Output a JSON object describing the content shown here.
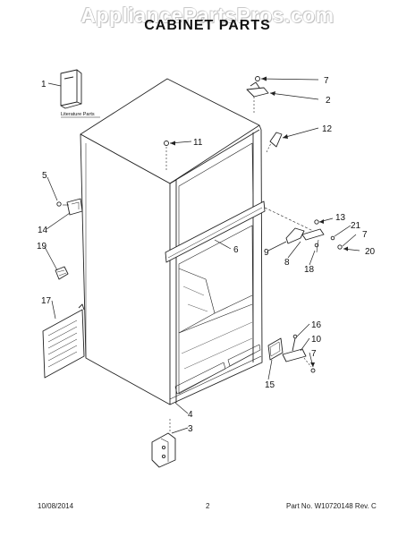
{
  "watermark": "AppliancePartsPros.com",
  "title": "CABINET PARTS",
  "footer": {
    "date": "10/08/2014",
    "page": "2",
    "part_info": "Part No.  W10720148  Rev.  C"
  },
  "literature_label": "Literature Parts",
  "callouts": [
    "1",
    "2",
    "3",
    "4",
    "5",
    "6",
    "7",
    "7",
    "7",
    "8",
    "9",
    "10",
    "11",
    "12",
    "13",
    "14",
    "15",
    "16",
    "17",
    "18",
    "19",
    "20",
    "21"
  ]
}
